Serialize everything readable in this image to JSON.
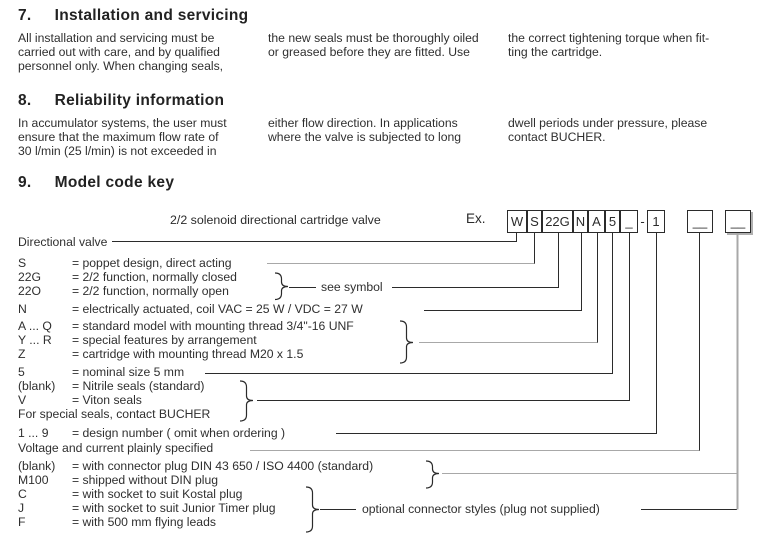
{
  "colors": {
    "text": "#2b2b2b",
    "line_black": "#2b2b2b",
    "line_gray": "#a8a8a8",
    "box_shadow": "#b0b0b0"
  },
  "sections": [
    {
      "number": "7.",
      "title": "Installation and servicing",
      "columns": [
        {
          "lines": [
            "All installation and servicing  must be",
            "carried out with care, and by qualified",
            "personnel only. When changing seals,"
          ]
        },
        {
          "lines": [
            "the new seals must be thoroughly oiled",
            "or greased before they are fitted. Use"
          ]
        },
        {
          "lines": [
            "the correct tightening torque when fit-",
            "ting the cartridge."
          ]
        }
      ]
    },
    {
      "number": "8.",
      "title": "Reliability information",
      "columns": [
        {
          "lines": [
            "In accumulator systems, the user must",
            "ensure that the maximum flow rate of",
            "30 l/min (25 l/min) is not exceeded in"
          ]
        },
        {
          "lines": [
            "either flow direction. In applications",
            "where the valve is subjected to long"
          ]
        },
        {
          "lines": [
            "dwell periods under pressure, please",
            "contact BUCHER."
          ]
        }
      ]
    },
    {
      "number": "9.",
      "title": "Model code key"
    }
  ],
  "key": {
    "product_label": "2/2 solenoid directional cartridge valve",
    "example_label": "Ex.",
    "separator": "-",
    "boxes": [
      {
        "label": "W"
      },
      {
        "label": "S"
      },
      {
        "label": "22G"
      },
      {
        "label": "N"
      },
      {
        "label": "A"
      },
      {
        "label": "5"
      },
      {
        "label": "_"
      },
      {
        "label": "1"
      },
      {
        "label": "__"
      },
      {
        "label": "__"
      }
    ],
    "rows": [
      {
        "code": "Directional valve",
        "desc": ""
      },
      {
        "code": "S",
        "desc": "= poppet design, direct acting"
      },
      {
        "code": "22G",
        "desc": "= 2/2 function, normally closed"
      },
      {
        "code": "22O",
        "desc": "= 2/2 function, normally open"
      },
      {
        "code": "N",
        "desc": "= electrically actuated, coil VAC = 25 W  /  VDC = 27 W"
      },
      {
        "code": "A ... Q",
        "desc": "= standard model with mounting thread 3/4\"-16 UNF"
      },
      {
        "code": "Y ... R",
        "desc": "= special features by arrangement"
      },
      {
        "code": "Z",
        "desc": "= cartridge with mounting thread M20 x 1.5"
      },
      {
        "code": "5",
        "desc": "= nominal size 5 mm"
      },
      {
        "code": "(blank)",
        "desc": "= Nitrile seals (standard)"
      },
      {
        "code": "V",
        "desc": "= Viton seals"
      },
      {
        "code": "For special seals, contact BUCHER",
        "desc": ""
      },
      {
        "code": "1 ... 9",
        "desc": "= design number  ( omit when ordering )"
      },
      {
        "code": "Voltage and current plainly specified",
        "desc": ""
      },
      {
        "code": "(blank)",
        "desc": "= with connector plug DIN 43 650 / ISO 4400 (standard)"
      },
      {
        "code": "M100",
        "desc": "= shipped without DIN plug"
      },
      {
        "code": "C",
        "desc": "= with socket to suit Kostal plug"
      },
      {
        "code": "J",
        "desc": "= with socket to suit Junior Timer plug"
      },
      {
        "code": "F",
        "desc": "= with 500 mm flying leads"
      }
    ],
    "annotations": {
      "see_symbol": "see symbol",
      "optional_connector": "optional connector styles (plug not supplied)"
    }
  }
}
